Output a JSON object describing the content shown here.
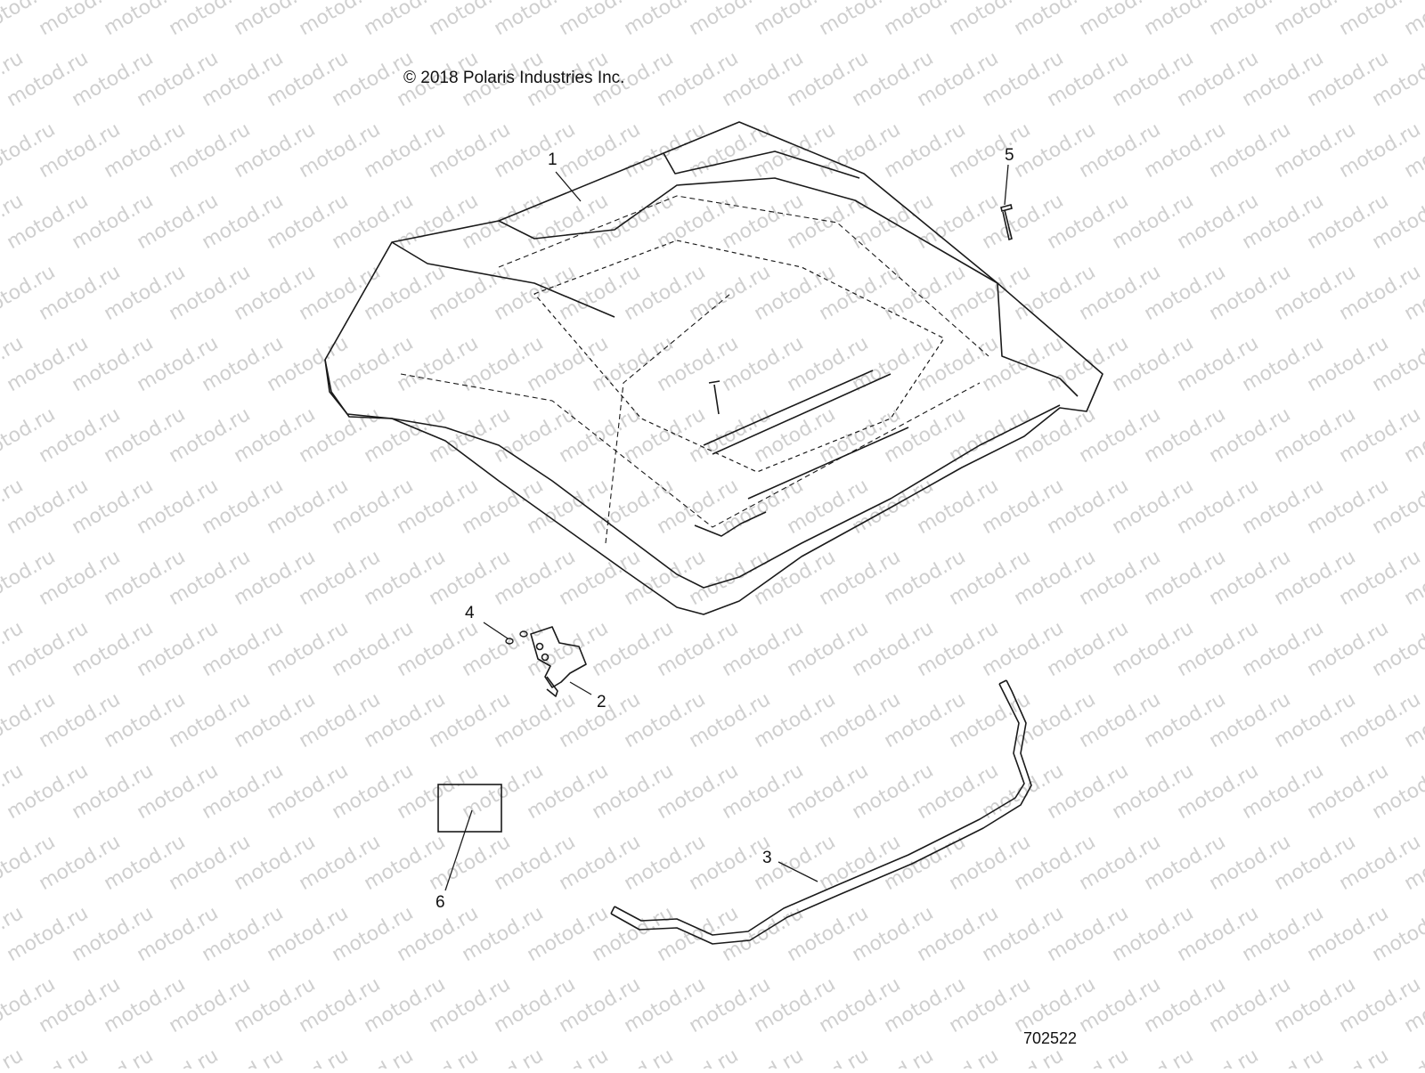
{
  "copyright": "© 2018 Polaris Industries Inc.",
  "drawing_number": "702522",
  "watermark": "motod.ru",
  "callouts": [
    {
      "id": "1",
      "label": "1",
      "part": "roof"
    },
    {
      "id": "2",
      "label": "2",
      "part": "bracket"
    },
    {
      "id": "3",
      "label": "3",
      "part": "seal"
    },
    {
      "id": "4",
      "label": "4",
      "part": "screw"
    },
    {
      "id": "5",
      "label": "5",
      "part": "push-rivet"
    },
    {
      "id": "6",
      "label": "6",
      "part": "decal"
    }
  ],
  "colors": {
    "line": "#1a1a1a",
    "watermark": "#cfcfcf",
    "background": "#ffffff"
  }
}
